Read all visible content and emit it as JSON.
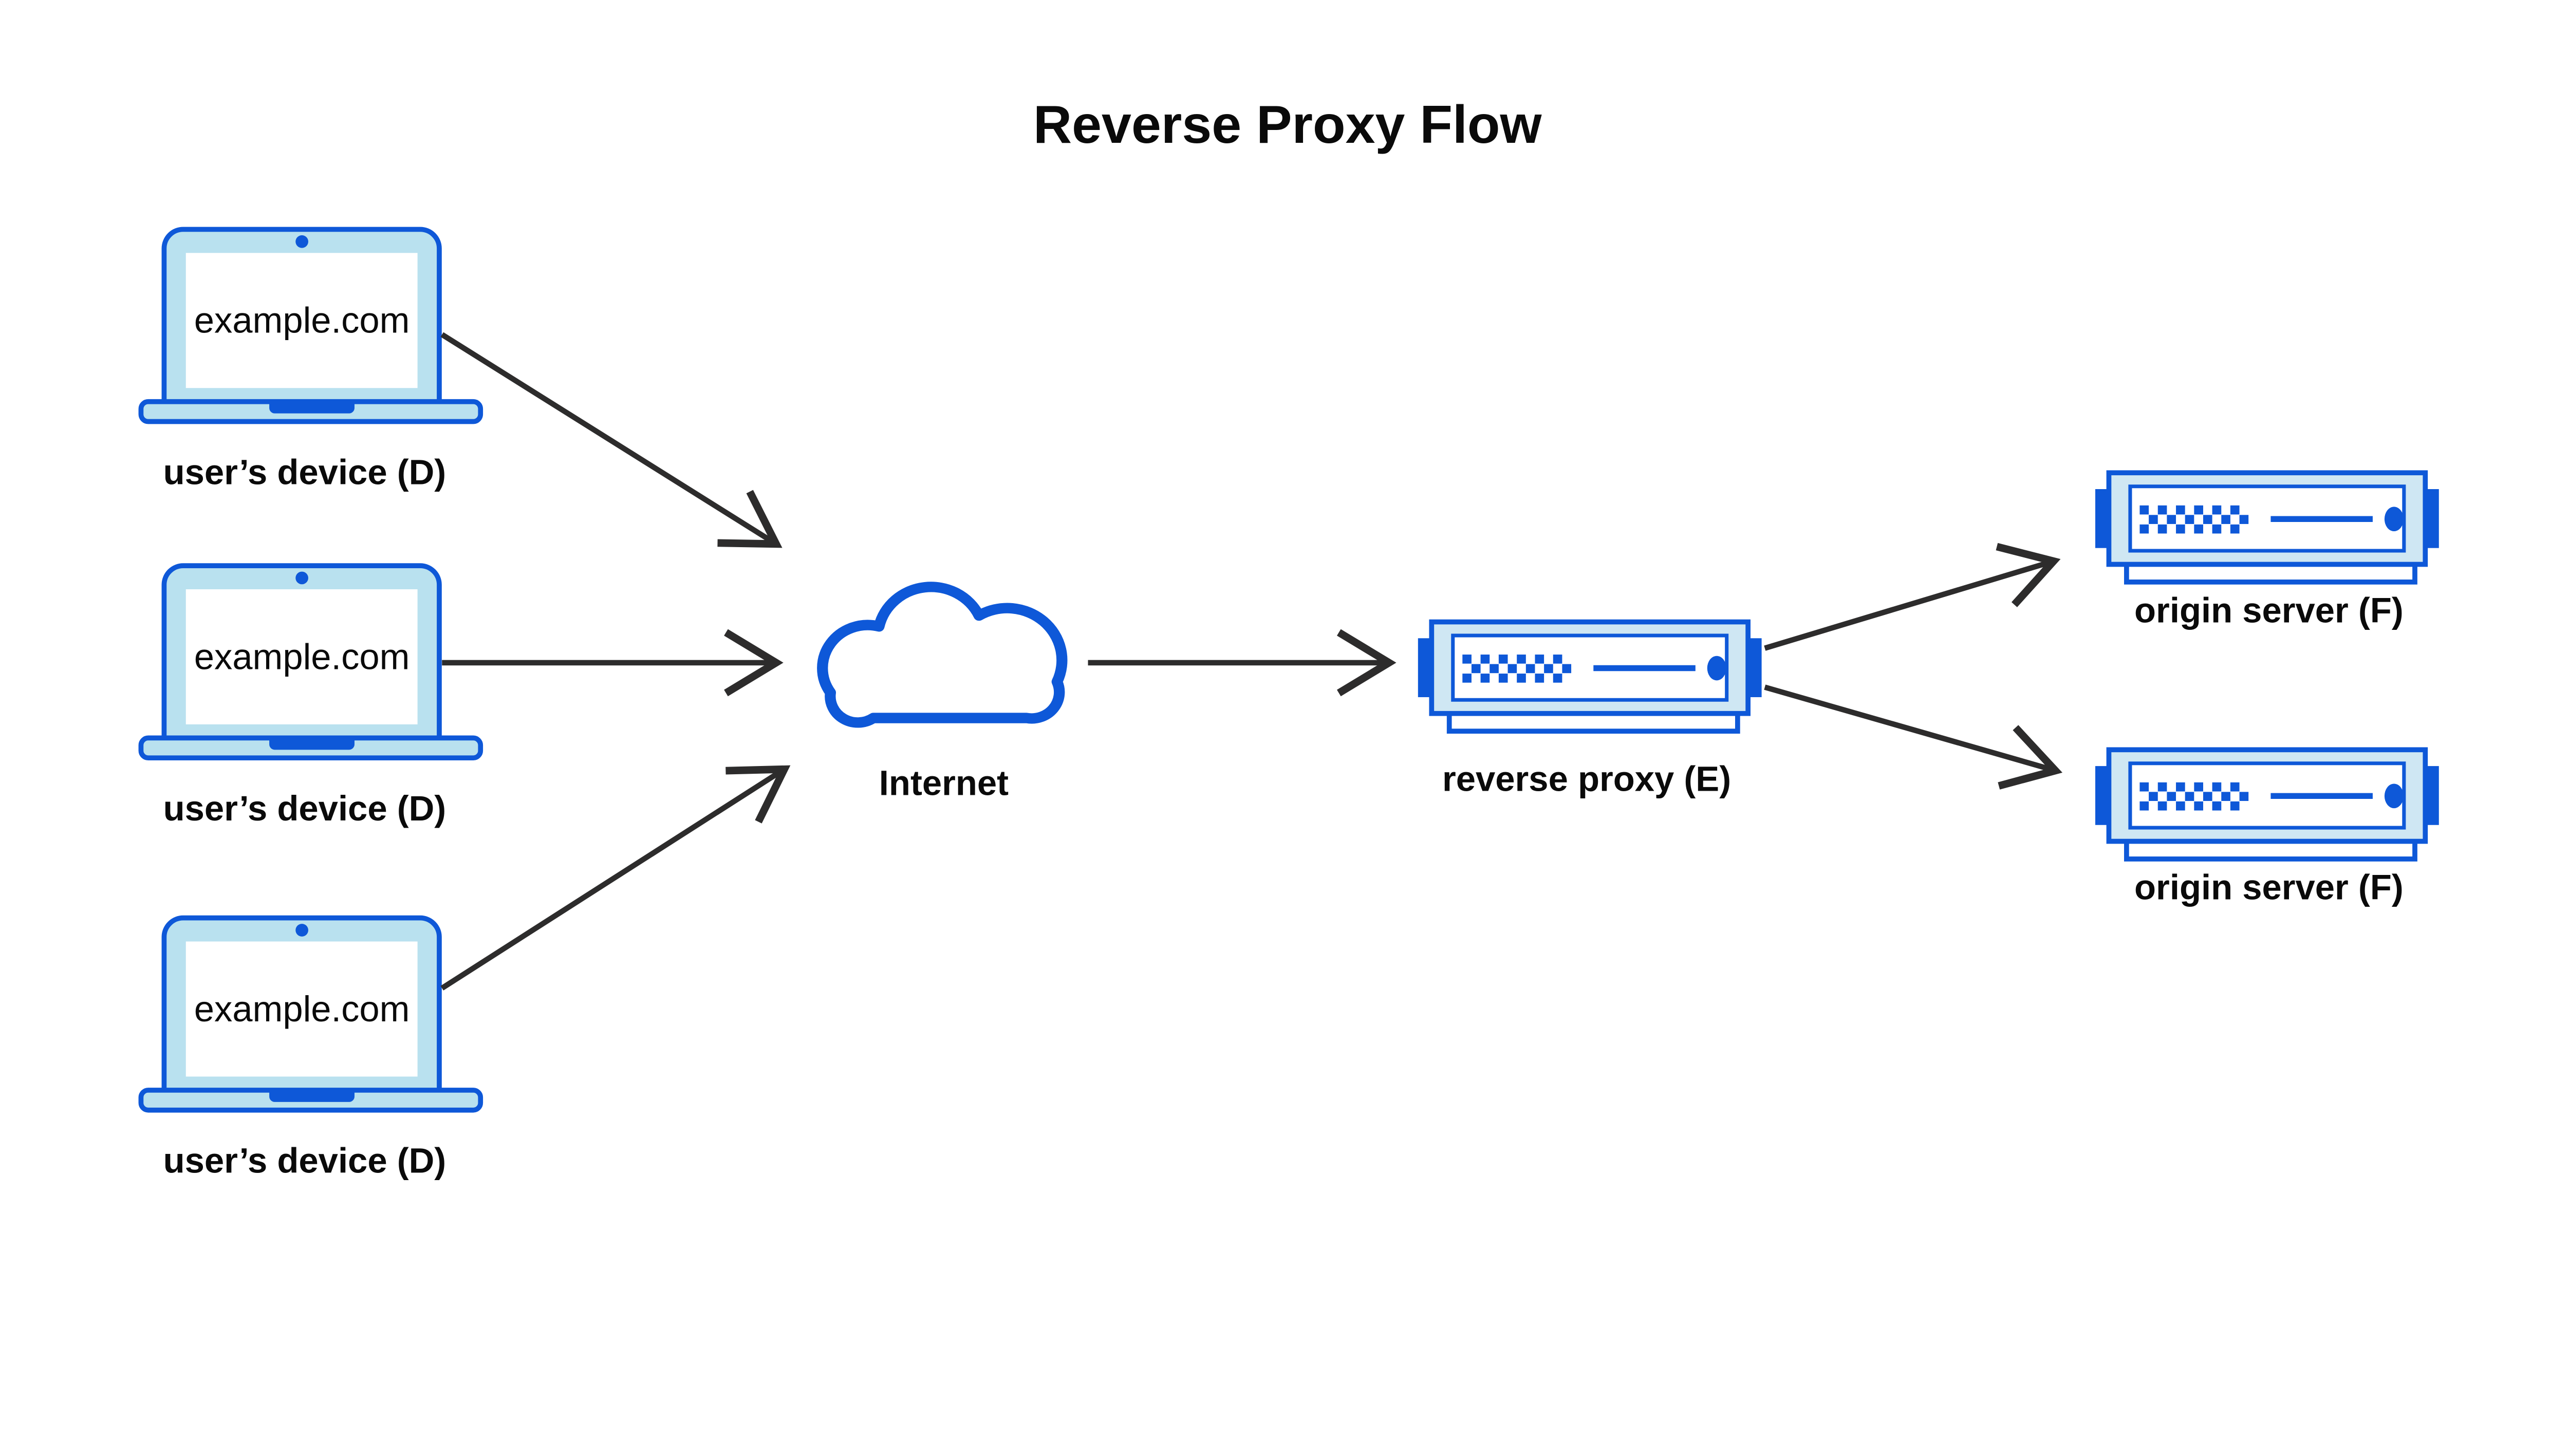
{
  "title": "Reverse Proxy Flow",
  "colors": {
    "blue": "#0e58d8",
    "light_blue_device": "#b9e1ef",
    "light_blue_server": "#cfe7f3",
    "arrow": "#2d2c2c",
    "text": "#0a0a0a",
    "background": "#ffffff"
  },
  "nodes": {
    "devices": [
      {
        "icon": "laptop-icon",
        "screen_text": "example.com",
        "label": "user’s device (D)"
      },
      {
        "icon": "laptop-icon",
        "screen_text": "example.com",
        "label": "user’s device (D)"
      },
      {
        "icon": "laptop-icon",
        "screen_text": "example.com",
        "label": "user’s device (D)"
      }
    ],
    "internet": {
      "icon": "cloud-icon",
      "label": "Internet"
    },
    "reverse_proxy": {
      "icon": "server-icon",
      "label": "reverse proxy (E)"
    },
    "origin_servers": [
      {
        "icon": "server-icon",
        "label": "origin server (F)"
      },
      {
        "icon": "server-icon",
        "label": "origin server (F)"
      }
    ]
  },
  "connections": [
    {
      "from": "user device 1",
      "to": "Internet"
    },
    {
      "from": "user device 2",
      "to": "Internet"
    },
    {
      "from": "user device 3",
      "to": "Internet"
    },
    {
      "from": "Internet",
      "to": "reverse proxy (E)"
    },
    {
      "from": "reverse proxy (E)",
      "to": "origin server 1 (F)"
    },
    {
      "from": "reverse proxy (E)",
      "to": "origin server 2 (F)"
    }
  ]
}
